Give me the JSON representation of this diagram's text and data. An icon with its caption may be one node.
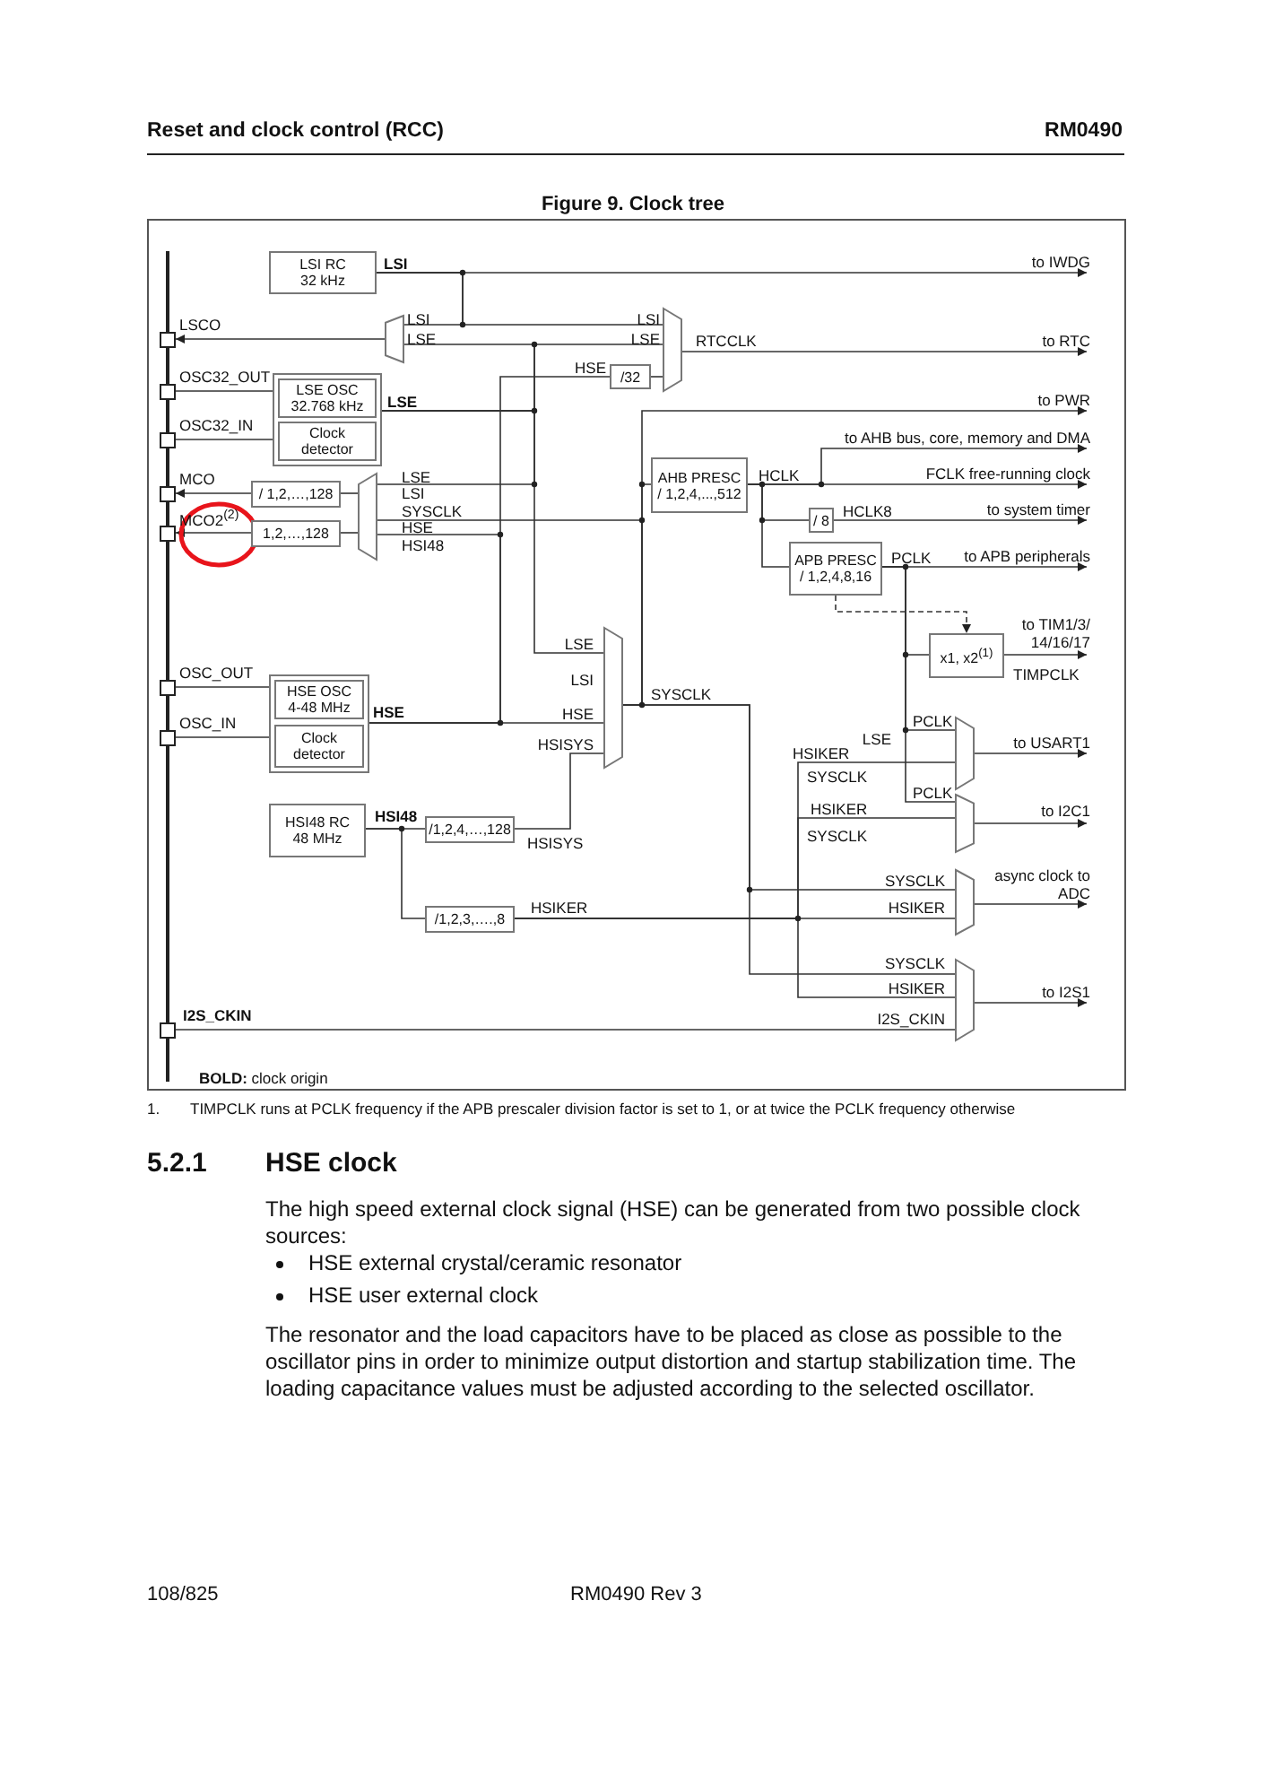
{
  "diagram": {
    "title": "Figure 9. Clock tree",
    "caption": "TIMPCLK runs at PCLK frequency if the APB prescaler division factor is set to 1, or at twice the PCLK frequency otherwise",
    "nodes": [
      {
        "text": [],
        "shape": "box",
        "beside": [
          "LSCO"
        ]
      },
      {
        "text": [],
        "shape": "box",
        "beside": [
          "OSC32_OUT"
        ]
      },
      {
        "text": [],
        "shape": "box",
        "beside": [
          "OSC32_IN"
        ]
      },
      {
        "text": [],
        "shape": "box",
        "beside": [
          "MCO"
        ]
      },
      {
        "text": [],
        "shape": "box",
        "beside": [
          "MCO2$^{(2)}$"
        ]
      },
      {
        "text": [],
        "shape": "box",
        "beside": [
          "OSC_OUT"
        ]
      },
      {
        "text": [],
        "shape": "box",
        "beside": [
          "OSC_IN"
        ]
      },
      {
        "text": [],
        "shape": "box",
        "beside": [
          "I2S_CKIN"
        ]
      },
      {
        "text": [
          "LSI RC 32 kHz"
        ]
      },
      {
        "text": [],
        "shape": "box"
      },
      {
        "text": [
          "LSE OSC 32.768 kHz"
        ],
        "in": 9
      },
      {
        "text": [
          "Clock detector"
        ],
        "in": 9
      },
      {
        "text": [],
        "shape": "trapezoid"
      },
      {
        "text": [
          "/32"
        ]
      },
      {
        "text": [],
        "shape": "trapezoid"
      },
      {
        "text": [],
        "shape": "trapezoid"
      },
      {
        "text": [
          "/ 1,2,…,128"
        ]
      },
      {
        "text": [
          "1,2,…,128"
        ]
      },
      {
        "text": [
          "AHB PRESC / 1,2,4,...,512"
        ]
      },
      {
        "text": [
          "/ 8"
        ]
      },
      {
        "text": [
          "APB PRESC / 1,2,4,8,16"
        ]
      },
      {
        "text": [
          "x1, x2$^{(1)}$"
        ]
      },
      {
        "text": [],
        "shape": "trapezoid"
      },
      {
        "text": [],
        "shape": "box"
      },
      {
        "text": [
          "HSE OSC 4-48 MHz"
        ],
        "in": 23
      },
      {
        "text": [
          "Clock detector"
        ],
        "in": 23
      },
      {
        "text": [
          "HSI48 RC 48 MHz"
        ]
      },
      {
        "text": [
          "/1,2,4,…,128"
        ]
      },
      {
        "text": [
          "/1,2,3,….,8"
        ]
      },
      {
        "text": [],
        "shape": "trapezoid"
      },
      {
        "text": [],
        "shape": "trapezoid"
      },
      {
        "text": [],
        "shape": "trapezoid"
      },
      {
        "text": [],
        "shape": "trapezoid"
      },
      {
        "text": [
          "to IWDG"
        ]
      },
      {
        "text": [
          "to RTC"
        ]
      },
      {
        "text": [
          "to PWR"
        ]
      },
      {
        "text": [
          "to AHB bus, core, memory and DMA"
        ]
      },
      {
        "text": [
          "FCLK free-running clock"
        ]
      },
      {
        "text": [
          "to system timer"
        ]
      },
      {
        "text": [
          "to APB peripherals"
        ]
      },
      {
        "text": [
          "to TIM1/3/ 14/16/17"
        ]
      },
      {
        "text": [
          "to USART1"
        ]
      },
      {
        "text": [
          "to I2C1"
        ]
      },
      {
        "text": [
          "async clock to ADC"
        ]
      },
      {
        "text": [
          "to I2S1"
        ]
      }
    ],
    "edges": [
      {
        "from": 8,
        "to": 33,
        "arrow": "to"
      },
      {
        "from": 8,
        "to": 14,
        "arrow": "none"
      },
      {
        "from": 8,
        "to": 12,
        "arrow": "none"
      },
      {
        "from": 12,
        "to": 0,
        "arrow": "to"
      },
      {
        "from": 9,
        "to": 14,
        "arrow": "none"
      },
      {
        "from": 9,
        "to": 12,
        "arrow": "none"
      },
      {
        "from": 9,
        "to": 15,
        "arrow": "none"
      },
      {
        "from": 9,
        "to": 22,
        "arrow": "none"
      },
      {
        "from": 13,
        "to": 14,
        "arrow": "none"
      },
      {
        "from": 23,
        "to": 13,
        "arrow": "none"
      },
      {
        "from": 23,
        "to": 15,
        "arrow": "none"
      },
      {
        "from": 23,
        "to": 22,
        "arrow": "none"
      },
      {
        "from": 14,
        "to": 34,
        "arrow": "to"
      },
      {
        "from": 1,
        "to": 9,
        "arrow": "none"
      },
      {
        "from": 2,
        "to": 9,
        "arrow": "none"
      },
      {
        "from": 15,
        "to": 16,
        "arrow": "none"
      },
      {
        "from": 15,
        "to": 17,
        "arrow": "none"
      },
      {
        "from": 16,
        "to": 3,
        "arrow": "to"
      },
      {
        "from": 17,
        "to": 4,
        "arrow": "to"
      },
      {
        "from": 22,
        "to": 35,
        "arrow": "to"
      },
      {
        "from": 22,
        "to": 18,
        "arrow": "none"
      },
      {
        "from": 22,
        "to": 15,
        "arrow": "none"
      },
      {
        "from": 22,
        "to": 31,
        "arrow": "none"
      },
      {
        "from": 22,
        "to": 32,
        "arrow": "none"
      },
      {
        "from": 18,
        "to": 36,
        "arrow": "to"
      },
      {
        "from": 18,
        "to": 37,
        "arrow": "to"
      },
      {
        "from": 18,
        "to": 19,
        "arrow": "none"
      },
      {
        "from": 18,
        "to": 20,
        "arrow": "none"
      },
      {
        "from": 19,
        "to": 38,
        "arrow": "to"
      },
      {
        "from": 20,
        "to": 39,
        "arrow": "to"
      },
      {
        "from": 20,
        "to": 21,
        "arrow": "none"
      },
      {
        "from": 20,
        "to": 29,
        "arrow": "none"
      },
      {
        "from": 20,
        "to": 30,
        "arrow": "none"
      },
      {
        "from": 20,
        "to": 21,
        "arrow": "to",
        "style": "dashed"
      },
      {
        "from": 21,
        "to": 40,
        "arrow": "to"
      },
      {
        "from": 29,
        "to": 41,
        "arrow": "to"
      },
      {
        "from": 30,
        "to": 42,
        "arrow": "to"
      },
      {
        "from": 31,
        "to": 43,
        "arrow": "to"
      },
      {
        "from": 32,
        "to": 44,
        "arrow": "to"
      },
      {
        "from": 5,
        "to": 23,
        "arrow": "none"
      },
      {
        "from": 6,
        "to": 23,
        "arrow": "none"
      },
      {
        "from": 26,
        "to": 27,
        "arrow": "none"
      },
      {
        "from": 26,
        "to": 28,
        "arrow": "none"
      },
      {
        "from": 27,
        "to": 22,
        "arrow": "none"
      },
      {
        "from": 28,
        "to": 31,
        "arrow": "none"
      },
      {
        "from": 28,
        "to": 29,
        "arrow": "none"
      },
      {
        "from": 28,
        "to": 30,
        "arrow": "none"
      },
      {
        "from": 28,
        "to": 32,
        "arrow": "none"
      },
      {
        "from": 7,
        "to": 32,
        "arrow": "none"
      }
    ],
    "labels": [
      "Reset and clock control (RCC)",
      "RM0490",
      "LSI",
      "LSI",
      "LSI",
      "LSE",
      "LSE",
      "RTCCLK",
      "HSE",
      "LSE",
      "LSE",
      "HCLK",
      "LSI",
      "SYSCLK",
      "HCLK8",
      "HSE",
      "HSI48",
      "PCLK",
      "LSE",
      "LSI",
      "TIMPCLK",
      "SYSCLK",
      "HSE",
      "HSE",
      "PCLK",
      "LSE",
      "HSISYS",
      "HSIKER",
      "SYSCLK",
      "PCLK",
      "HSI48",
      "HSIKER",
      "HSISYS",
      "SYSCLK",
      "SYSCLK",
      "HSIKER",
      "HSIKER",
      "SYSCLK",
      "HSIKER",
      "I2S_CKIN",
      "**BOLD:** clock origin",
      "1.",
      "5.2.1",
      "HSE clock",
      "The high speed external clock signal (HSE) can be generated from two possible clock sources:",
      "HSE external crystal/ceramic resonator",
      "HSE user external clock",
      "The resonator and the load capacitors have to be placed as close as possible to the oscillator pins in order to minimize output distortion and startup stabilization time. The loading capacitance values must be adjusted according to the selected oscillator.",
      "108/825",
      "RM0490 Rev 3"
    ]
  }
}
